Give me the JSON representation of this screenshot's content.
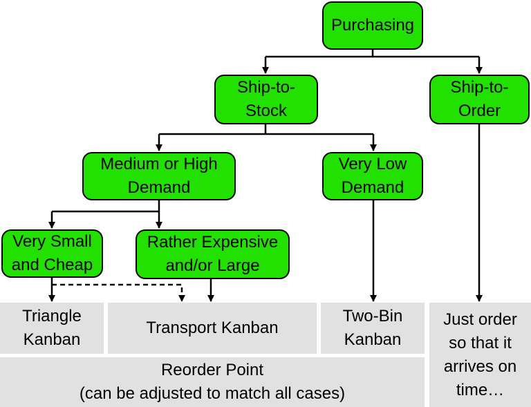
{
  "colors": {
    "node_fill": "#22e000",
    "outcome_fill": "#e1e1e1",
    "line": "#000000"
  },
  "nodes": {
    "purchasing": "Purchasing",
    "ship_to_stock": "Ship-to-\nStock",
    "ship_to_order": "Ship-to-\nOrder",
    "medium_high_demand": "Medium or High\nDemand",
    "very_low_demand": "Very Low\nDemand",
    "very_small_cheap": "Very Small\nand Cheap",
    "rather_expensive_large": "Rather Expensive\nand/or Large"
  },
  "outcomes": {
    "triangle_kanban": "Triangle\nKanban",
    "transport_kanban": "Transport Kanban",
    "two_bin_kanban": "Two-Bin\nKanban",
    "just_order": "Just order\nso that it\narrives on\ntime…",
    "reorder_point": "Reorder Point\n(can be adjusted to match all cases)"
  }
}
